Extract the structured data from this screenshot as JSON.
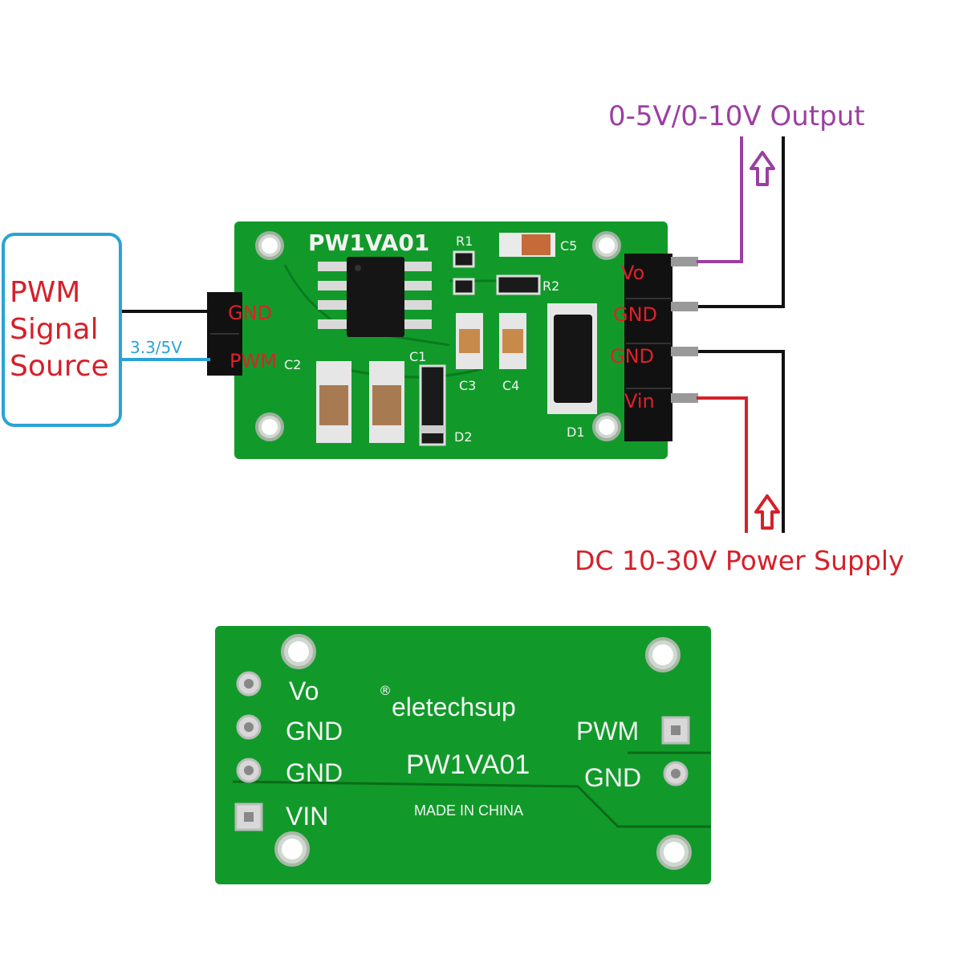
{
  "colors": {
    "pcb": "#119a2a",
    "pcb_dark": "#0a7a1e",
    "signal_blue": "#2aa3d6",
    "output_purple": "#9b3fa2",
    "power_red": "#d6202a",
    "wire_black": "#111111",
    "pin_label_red": "#e0202a"
  },
  "labels": {
    "output_title": "0-5V/0-10V Output",
    "power_title": "DC 10-30V Power Supply",
    "source_line1": "PWM",
    "source_line2": "Signal",
    "source_line3": "Source",
    "voltage_tag": "3.3/5V"
  },
  "top_board": {
    "model": "PW1VA01",
    "left_pins": [
      "GND",
      "PWM"
    ],
    "right_pins": [
      "Vo",
      "GND",
      "GND",
      "Vin"
    ],
    "components": {
      "r1": "R1",
      "r2": "R2",
      "c1": "C1",
      "c2": "C2",
      "c3": "C3",
      "c4": "C4",
      "c5": "C5",
      "d1": "D1",
      "d2": "D2"
    }
  },
  "bottom_board": {
    "brand_mark": "®",
    "brand": "eletechsup",
    "model": "PW1VA01",
    "made_in": "MADE IN CHINA",
    "left_pins": [
      "Vo",
      "GND",
      "GND",
      "VIN"
    ],
    "right_pins": [
      "PWM",
      "GND"
    ]
  },
  "icons": {
    "output_arrow": "arrow-up-icon",
    "power_arrow": "arrow-up-icon"
  }
}
